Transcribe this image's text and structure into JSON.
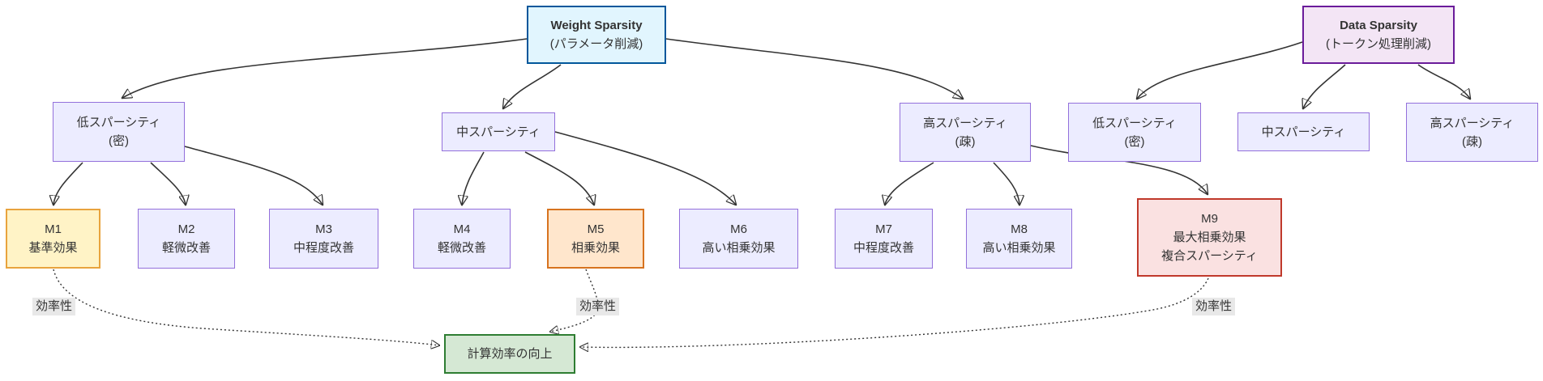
{
  "diagram": {
    "nodes": {
      "weight_sparsity": {
        "line1": "Weight Sparsity",
        "line2": "(パラメータ削減)"
      },
      "data_sparsity": {
        "line1": "Data Sparsity",
        "line2": "(トークン処理削減)"
      },
      "w_low": {
        "line1": "低スパーシティ",
        "line2": "(密)"
      },
      "w_mid": {
        "line1": "中スパーシティ"
      },
      "w_high": {
        "line1": "高スパーシティ",
        "line2": "(疎)"
      },
      "d_low": {
        "line1": "低スパーシティ",
        "line2": "(密)"
      },
      "d_mid": {
        "line1": "中スパーシティ"
      },
      "d_high": {
        "line1": "高スパーシティ",
        "line2": "(疎)"
      },
      "m1": {
        "line1": "M1",
        "line2": "基準効果"
      },
      "m2": {
        "line1": "M2",
        "line2": "軽微改善"
      },
      "m3": {
        "line1": "M3",
        "line2": "中程度改善"
      },
      "m4": {
        "line1": "M4",
        "line2": "軽微改善"
      },
      "m5": {
        "line1": "M5",
        "line2": "相乗効果"
      },
      "m6": {
        "line1": "M6",
        "line2": "高い相乗効果"
      },
      "m7": {
        "line1": "M7",
        "line2": "中程度改善"
      },
      "m8": {
        "line1": "M8",
        "line2": "高い相乗効果"
      },
      "m9": {
        "line1": "M9",
        "line2": "最大相乗効果",
        "line3": "複合スパーシティ"
      },
      "goal": {
        "line1": "計算効率の向上"
      }
    },
    "edge_labels": {
      "left": "効率性",
      "middle": "効率性",
      "right": "効率性"
    },
    "colors": {
      "edge": "#333333",
      "default_fill": "#ECECFF",
      "default_stroke": "#9370DB",
      "weight_fill": "#e1f5fe",
      "weight_stroke": "#01579b",
      "data_fill": "#f3e5f5",
      "data_stroke": "#6a1b9a",
      "m1_fill": "#fff3c6",
      "m1_stroke": "#e8a33d",
      "m5_fill": "#ffe6cc",
      "m5_stroke": "#d7731f",
      "m9_fill": "#fae1e1",
      "m9_stroke": "#c0392b",
      "goal_fill": "#d5e8d4",
      "goal_stroke": "#2e7d32",
      "edge_label_bg": "#e8e8e8"
    }
  }
}
